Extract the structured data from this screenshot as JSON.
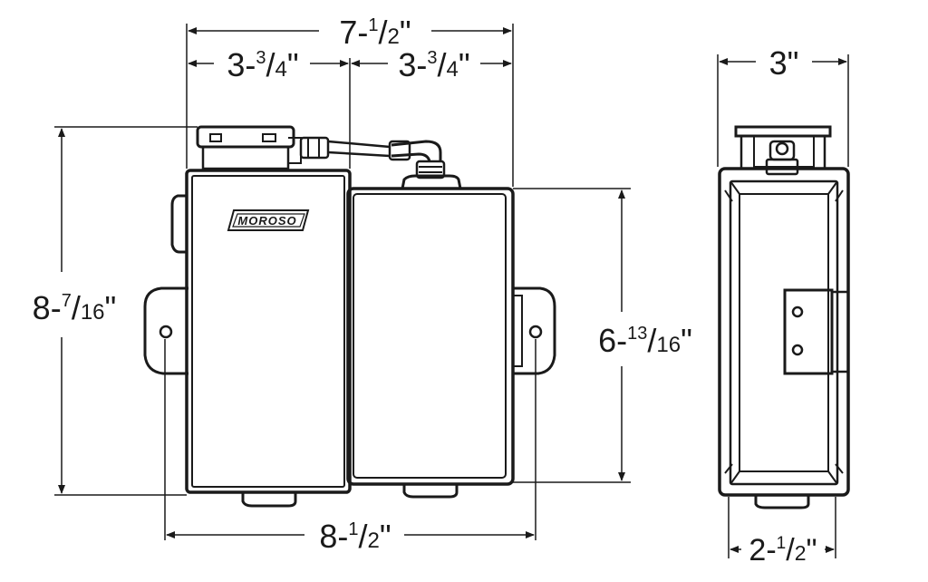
{
  "brand": "MOROSO",
  "colors": {
    "line": "#1a1a1a",
    "background": "#ffffff"
  },
  "dimensions": {
    "overall_width": {
      "whole": "7-",
      "num": "1",
      "den": "2",
      "unit": "\""
    },
    "left_section": {
      "whole": "3-",
      "num": "3",
      "den": "4",
      "unit": "\""
    },
    "right_section": {
      "whole": "3-",
      "num": "3",
      "den": "4",
      "unit": "\""
    },
    "overall_height": {
      "whole": "8-",
      "num": "7",
      "den": "16",
      "unit": "\""
    },
    "tank_height": {
      "whole": "6-",
      "num": "13",
      "den": "16",
      "unit": "\""
    },
    "mount_spacing": {
      "whole": "8-",
      "num": "1",
      "den": "2",
      "unit": "\""
    },
    "side_depth": {
      "whole": "3",
      "unit": "\""
    },
    "side_bracket": {
      "whole": "2-",
      "num": "1",
      "den": "2",
      "unit": "\""
    }
  }
}
